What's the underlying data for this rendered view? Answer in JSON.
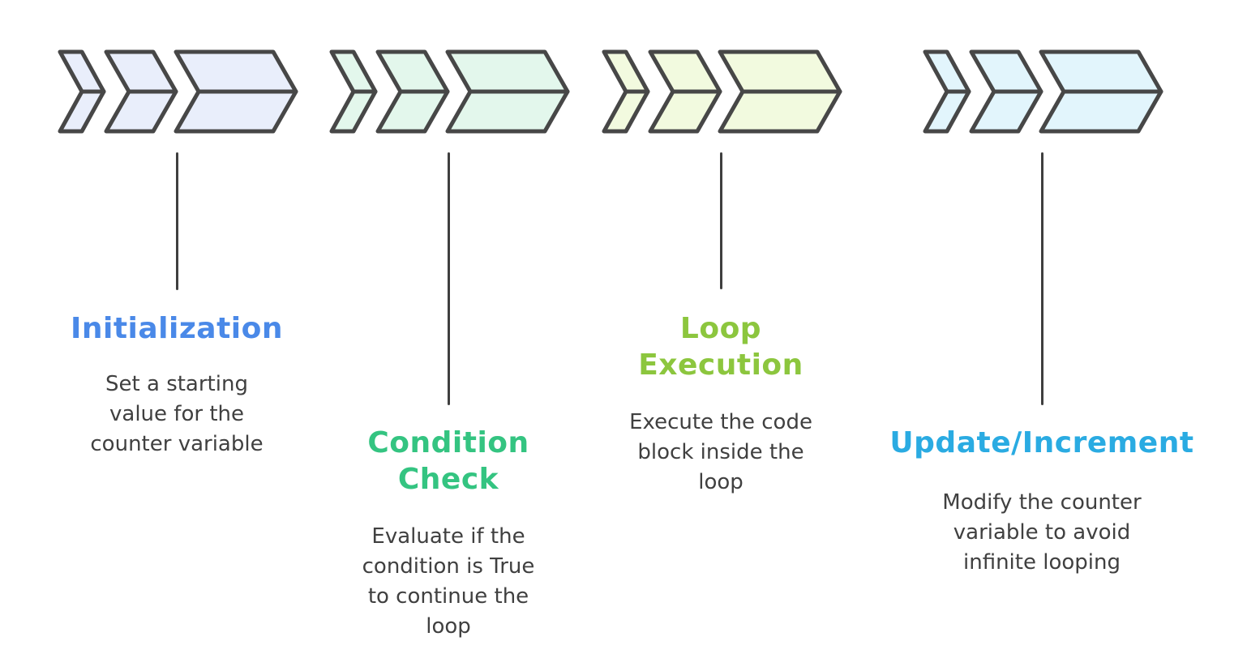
{
  "colors": {
    "background": "#ffffff",
    "chevron_stroke": "#474747",
    "connector_line": "#3f3f3f",
    "description_text": "#404040"
  },
  "steps": [
    {
      "id": "initialization",
      "icon": "triple-chevron-right-icon",
      "chevron_fill": "#e9eefb",
      "title": "Initialization",
      "title_lines": [
        "Initialization"
      ],
      "title_color": "#4a89e8",
      "description": "Set a starting value for the counter variable",
      "description_lines": [
        "Set a starting",
        "value for the",
        "counter variable"
      ]
    },
    {
      "id": "condition-check",
      "icon": "triple-chevron-right-icon",
      "chevron_fill": "#e3f7ec",
      "title": "Condition Check",
      "title_lines": [
        "Condition",
        "Check"
      ],
      "title_color": "#34c481",
      "description": "Evaluate if the condition is True to continue the loop",
      "description_lines": [
        "Evaluate if the",
        "condition is True",
        "to continue the",
        "loop"
      ]
    },
    {
      "id": "loop-execution",
      "icon": "triple-chevron-right-icon",
      "chevron_fill": "#f2fadf",
      "title": "Loop Execution",
      "title_lines": [
        "Loop",
        "Execution"
      ],
      "title_color": "#8cc63e",
      "description": "Execute the code block inside the loop",
      "description_lines": [
        "Execute the code",
        "block inside the",
        "loop"
      ]
    },
    {
      "id": "update-increment",
      "icon": "triple-chevron-right-icon",
      "chevron_fill": "#e2f5fc",
      "title": "Update/Increment",
      "title_lines": [
        "Update/Increment"
      ],
      "title_color": "#2aabe2",
      "description": "Modify the counter variable to avoid infinite looping",
      "description_lines": [
        "Modify the counter",
        "variable to avoid",
        "infinite looping"
      ]
    }
  ]
}
